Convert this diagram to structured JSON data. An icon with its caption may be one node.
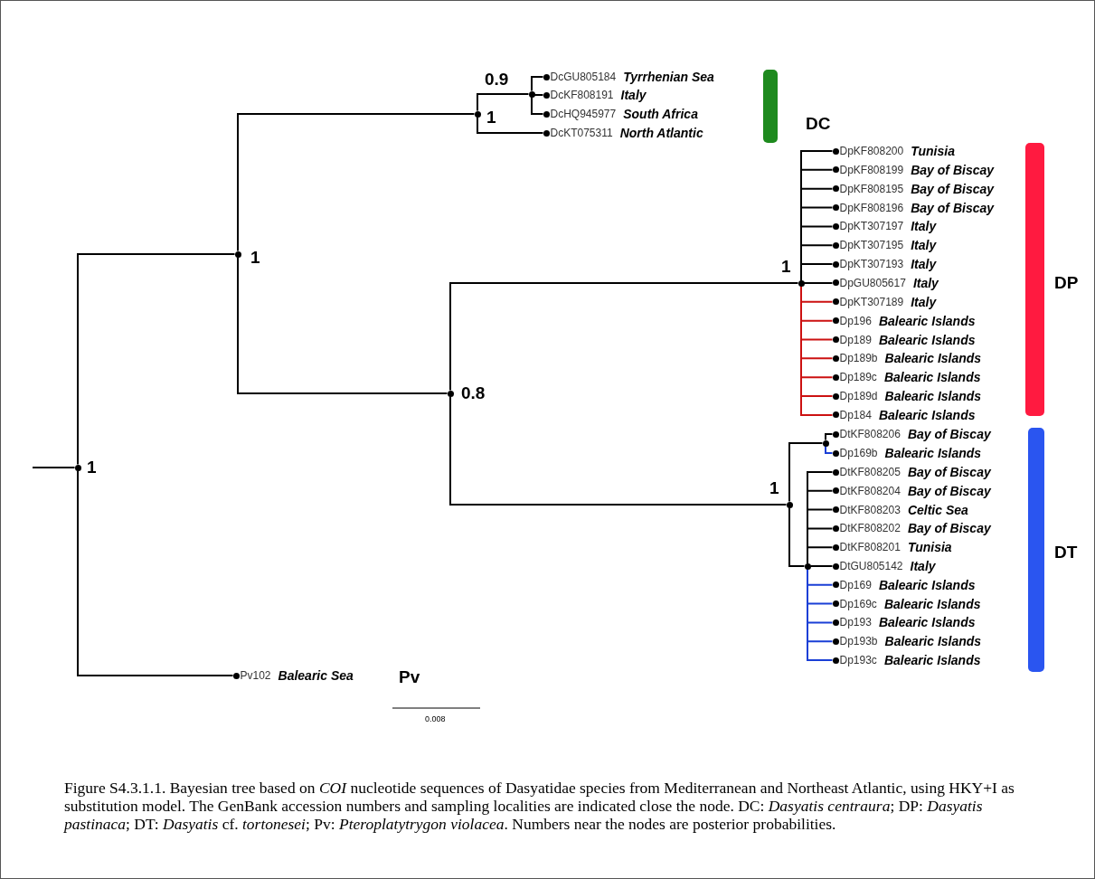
{
  "diagram": {
    "caption": "Figure S4.3.1.1. Bayesian tree based on *COI* nucleotide sequences of Dasyatidae species from Mediterranean and Northeast Atlantic, using HKY+I as substitution model. The GenBank accession numbers and sampling localities are indicated close the node. DC: *Dasyatis centraura*; DP: *Dasyatis pastinaca*; DT: *Dasyatis* cf. *tortonesei*; Pv: *Pteroplatytrygon violacea*. Numbers near the nodes are posterior probabilities.",
    "nodes": [
      {
        "text": [],
        "shape": "circle",
        "beside": [
          "1"
        ]
      },
      {
        "text": [],
        "shape": "circle",
        "beside": [
          "1"
        ]
      },
      {
        "text": [],
        "shape": "circle",
        "beside": [
          "1"
        ]
      },
      {
        "text": [],
        "shape": "circle",
        "beside": [
          "0.9"
        ]
      },
      {
        "text": [
          "DcGU805184",
          "Tyrrhenian Sea"
        ]
      },
      {
        "text": [
          "DcKF808191",
          "Italy"
        ]
      },
      {
        "text": [
          "DcHQ945977",
          "South Africa"
        ]
      },
      {
        "text": [
          "DcKT075311",
          "North Atlantic"
        ]
      },
      {
        "text": [],
        "shape": "circle",
        "beside": [
          "0.8"
        ]
      },
      {
        "text": [],
        "shape": "circle",
        "beside": [
          "1"
        ]
      },
      {
        "text": [
          "DpKF808200",
          "Tunisia"
        ]
      },
      {
        "text": [
          "DpKF808199",
          "Bay of Biscay"
        ]
      },
      {
        "text": [
          "DpKF808195",
          "Bay of Biscay"
        ]
      },
      {
        "text": [
          "DpKF808196",
          "Bay of Biscay"
        ]
      },
      {
        "text": [
          "DpKT307197",
          "Italy"
        ]
      },
      {
        "text": [
          "DpKT307195",
          "Italy"
        ]
      },
      {
        "text": [
          "DpKT307193",
          "Italy"
        ]
      },
      {
        "text": [
          "DpGU805617",
          "Italy"
        ]
      },
      {
        "text": [
          "DpKT307189",
          "Italy"
        ]
      },
      {
        "text": [
          "Dp196",
          "Balearic Islands"
        ]
      },
      {
        "text": [
          "Dp189",
          "Balearic Islands"
        ]
      },
      {
        "text": [
          "Dp189b",
          "Balearic Islands"
        ]
      },
      {
        "text": [
          "Dp189c",
          "Balearic Islands"
        ]
      },
      {
        "text": [
          "Dp189d",
          "Balearic Islands"
        ]
      },
      {
        "text": [
          "Dp184",
          "Balearic Islands"
        ]
      },
      {
        "text": [],
        "shape": "circle",
        "beside": [
          "1"
        ]
      },
      {
        "text": [],
        "shape": "circle"
      },
      {
        "text": [
          "DtKF808206",
          "Bay of Biscay"
        ]
      },
      {
        "text": [
          "Dp169b",
          "Balearic Islands"
        ]
      },
      {
        "text": [],
        "shape": "circle"
      },
      {
        "text": [
          "DtKF808205",
          "Bay of Biscay"
        ]
      },
      {
        "text": [
          "DtKF808204",
          "Bay of Biscay"
        ]
      },
      {
        "text": [
          "DtKF808203",
          "Celtic Sea"
        ]
      },
      {
        "text": [
          "DtKF808202",
          "Bay of Biscay"
        ]
      },
      {
        "text": [
          "DtKF808201",
          "Tunisia"
        ]
      },
      {
        "text": [
          "DtGU805142",
          "Italy"
        ]
      },
      {
        "text": [
          "Dp169",
          "Balearic Islands"
        ]
      },
      {
        "text": [
          "Dp169c",
          "Balearic Islands"
        ]
      },
      {
        "text": [
          "Dp193",
          "Balearic Islands"
        ]
      },
      {
        "text": [
          "Dp193b",
          "Balearic Islands"
        ]
      },
      {
        "text": [
          "Dp193c",
          "Balearic Islands"
        ]
      },
      {
        "text": [
          "Pv102",
          "Balearic Sea"
        ]
      },
      {
        "text": [
          "DC"
        ]
      },
      {
        "text": [
          "DP"
        ]
      },
      {
        "text": [
          "DT"
        ]
      }
    ],
    "edges": [
      {
        "from": null,
        "to": 0,
        "arrow": "none"
      },
      {
        "from": 0,
        "to": 1,
        "arrow": "none"
      },
      {
        "from": 0,
        "to": 41,
        "arrow": "none"
      },
      {
        "from": 1,
        "to": 2,
        "arrow": "none"
      },
      {
        "from": 1,
        "to": 8,
        "arrow": "none"
      },
      {
        "from": 2,
        "to": 3,
        "arrow": "none"
      },
      {
        "from": 2,
        "to": 7,
        "arrow": "none"
      },
      {
        "from": 3,
        "to": 4,
        "arrow": "none"
      },
      {
        "from": 3,
        "to": 5,
        "arrow": "none"
      },
      {
        "from": 3,
        "to": 6,
        "arrow": "none"
      },
      {
        "from": 8,
        "to": 9,
        "arrow": "none"
      },
      {
        "from": 8,
        "to": 25,
        "arrow": "none"
      },
      {
        "from": 9,
        "to": 10,
        "arrow": "none"
      },
      {
        "from": 9,
        "to": 11,
        "arrow": "none"
      },
      {
        "from": 9,
        "to": 12,
        "arrow": "none"
      },
      {
        "from": 9,
        "to": 13,
        "arrow": "none"
      },
      {
        "from": 9,
        "to": 14,
        "arrow": "none"
      },
      {
        "from": 9,
        "to": 15,
        "arrow": "none"
      },
      {
        "from": 9,
        "to": 16,
        "arrow": "none"
      },
      {
        "from": 9,
        "to": 17,
        "arrow": "none"
      },
      {
        "from": 9,
        "to": 18,
        "arrow": "none",
        "color": "#cc1111"
      },
      {
        "from": 9,
        "to": 19,
        "arrow": "none",
        "color": "#cc1111"
      },
      {
        "from": 9,
        "to": 20,
        "arrow": "none",
        "color": "#cc1111"
      },
      {
        "from": 9,
        "to": 21,
        "arrow": "none",
        "color": "#cc1111"
      },
      {
        "from": 9,
        "to": 22,
        "arrow": "none",
        "color": "#cc1111"
      },
      {
        "from": 9,
        "to": 23,
        "arrow": "none",
        "color": "#cc1111"
      },
      {
        "from": 9,
        "to": 24,
        "arrow": "none",
        "color": "#cc1111"
      },
      {
        "from": 25,
        "to": 26,
        "arrow": "none"
      },
      {
        "from": 25,
        "to": 29,
        "arrow": "none"
      },
      {
        "from": 26,
        "to": 27,
        "arrow": "none"
      },
      {
        "from": 26,
        "to": 28,
        "arrow": "none",
        "color": "#1a3fd6"
      },
      {
        "from": 29,
        "to": 30,
        "arrow": "none"
      },
      {
        "from": 29,
        "to": 31,
        "arrow": "none"
      },
      {
        "from": 29,
        "to": 32,
        "arrow": "none"
      },
      {
        "from": 29,
        "to": 33,
        "arrow": "none"
      },
      {
        "from": 29,
        "to": 34,
        "arrow": "none"
      },
      {
        "from": 29,
        "to": 35,
        "arrow": "none"
      },
      {
        "from": 29,
        "to": 36,
        "arrow": "none",
        "color": "#1a3fd6"
      },
      {
        "from": 29,
        "to": 37,
        "arrow": "none",
        "color": "#1a3fd6"
      },
      {
        "from": 29,
        "to": 38,
        "arrow": "none",
        "color": "#1a3fd6"
      },
      {
        "from": 29,
        "to": 39,
        "arrow": "none",
        "color": "#1a3fd6"
      },
      {
        "from": 29,
        "to": 40,
        "arrow": "none",
        "color": "#1a3fd6"
      }
    ],
    "labels": [
      "Pv",
      "0.008"
    ]
  }
}
